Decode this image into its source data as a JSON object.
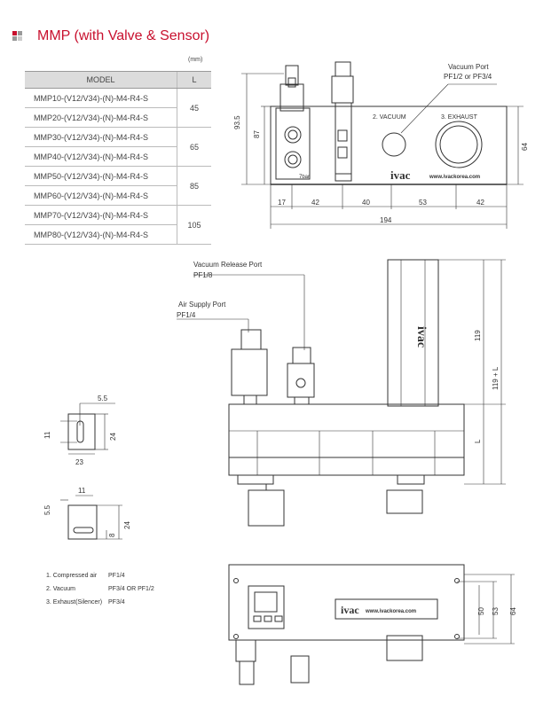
{
  "header": {
    "title": "MMP (with Valve & Sensor)",
    "sq_colors": [
      "#c8102e",
      "#999999",
      "#999999",
      "#cccccc"
    ]
  },
  "table": {
    "unit": "(mm)",
    "col_model": "MODEL",
    "col_l": "L",
    "rows": [
      {
        "model": "MMP10-(V12/V34)-(N)-M4-R4-S",
        "l": "45"
      },
      {
        "model": "MMP20-(V12/V34)-(N)-M4-R4-S"
      },
      {
        "model": "MMP30-(V12/V34)-(N)-M4-R4-S",
        "l": "65"
      },
      {
        "model": "MMP40-(V12/V34)-(N)-M4-R4-S"
      },
      {
        "model": "MMP50-(V12/V34)-(N)-M4-R4-S",
        "l": "85"
      },
      {
        "model": "MMP60-(V12/V34)-(N)-M4-R4-S"
      },
      {
        "model": "MMP70-(V12/V34)-(N)-M4-R4-S",
        "l": "105"
      },
      {
        "model": "MMP80-(V12/V34)-(N)-M4-R4-S"
      }
    ]
  },
  "front": {
    "vac_port1": "Vacuum Port",
    "vac_port2": "PF1/2 or PF3/4",
    "lab_vacuum": "2. VACUUM",
    "lab_exhaust": "3. EXHAUST",
    "brand": "ivac",
    "url": "www.ivackorea.com",
    "bar": "7bar",
    "d_935": "93.5",
    "d_87": "87",
    "d_64": "64",
    "d_17": "17",
    "d_42a": "42",
    "d_40": "40",
    "d_53": "53",
    "d_42b": "42",
    "d_194": "194"
  },
  "side": {
    "vr1": "Vacuum Release Port",
    "vr2": "PF1/8",
    "as1": "Air Supply Port",
    "as2": "PF1/4",
    "brand": "ivac",
    "d_119": "119",
    "d_119L": "119 + L",
    "d_L": "L"
  },
  "detail1": {
    "d_55": "5.5",
    "d_11": "11",
    "d_24": "24",
    "d_23": "23"
  },
  "detail2": {
    "d_11": "11",
    "d_55": "5.5",
    "d_8": "8",
    "d_24": "24"
  },
  "legend": [
    {
      "k": "1. Compressed air",
      "v": "PF1/4"
    },
    {
      "k": "2. Vacuum",
      "v": "PF3/4 OR PF1/2"
    },
    {
      "k": "3. Exhaust(Silencer)",
      "v": "PF3/4"
    }
  ],
  "top": {
    "brand": "ivac",
    "url": "www.ivackorea.com",
    "d_50": "50",
    "d_53": "53",
    "d_64": "64"
  }
}
